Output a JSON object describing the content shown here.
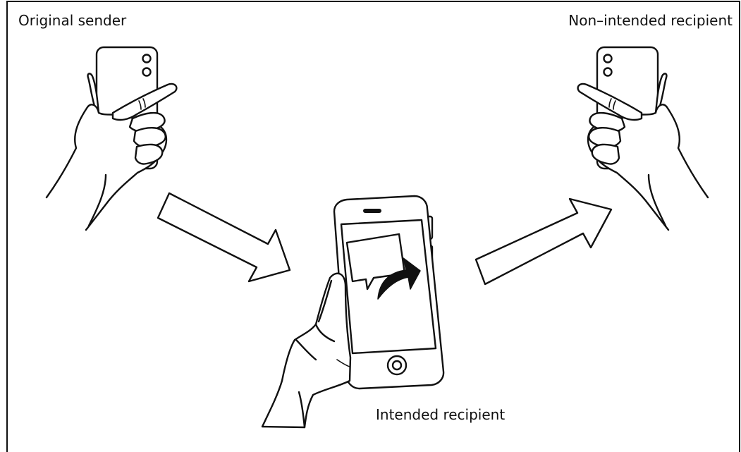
{
  "labels": {
    "original_sender": "Original sender",
    "non_intended_recipient": "Non–intended recipient",
    "intended_recipient": "Intended recipient"
  },
  "icons": {
    "sender": "hand-holding-phone-icon",
    "forwarding_phone": "phone-forward-message-icon",
    "non_intended": "hand-holding-phone-icon"
  },
  "colors": {
    "ink": "#111111",
    "background": "#ffffff"
  }
}
